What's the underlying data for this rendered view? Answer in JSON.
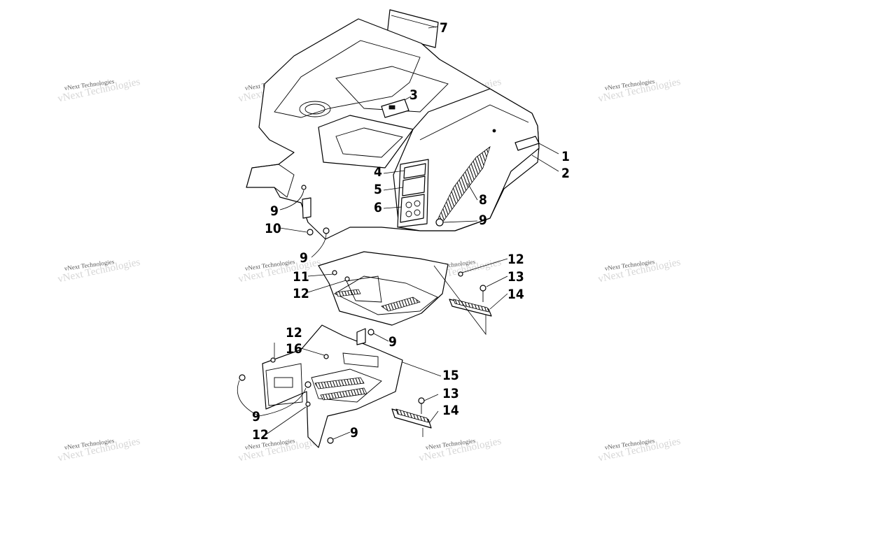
{
  "watermark": {
    "text": "vNext Technologies"
  },
  "callouts": [
    {
      "label": "7"
    },
    {
      "label": "3"
    },
    {
      "label": "1"
    },
    {
      "label": "2"
    },
    {
      "label": "4"
    },
    {
      "label": "5"
    },
    {
      "label": "6"
    },
    {
      "label": "8"
    },
    {
      "label": "9"
    },
    {
      "label": "9"
    },
    {
      "label": "10"
    },
    {
      "label": "9"
    },
    {
      "label": "12"
    },
    {
      "label": "13"
    },
    {
      "label": "14"
    },
    {
      "label": "11"
    },
    {
      "label": "12"
    },
    {
      "label": "12"
    },
    {
      "label": "9"
    },
    {
      "label": "16"
    },
    {
      "label": "15"
    },
    {
      "label": "13"
    },
    {
      "label": "14"
    },
    {
      "label": "9"
    },
    {
      "label": "12"
    },
    {
      "label": "9"
    }
  ]
}
